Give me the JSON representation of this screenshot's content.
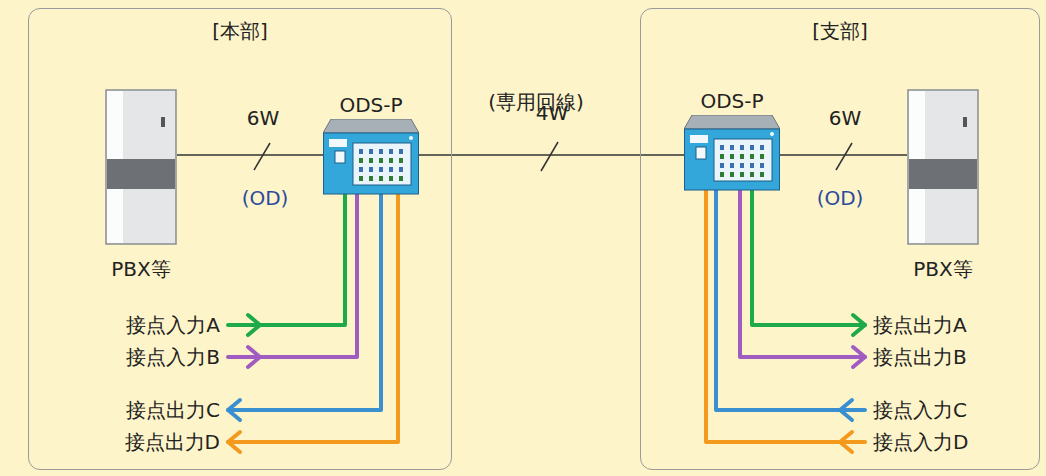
{
  "diagram": {
    "nodes": [
      {
        "text": [
          "[本部]"
        ]
      },
      {
        "text": [
          "PBX等"
        ],
        "in": 0
      },
      {
        "text": [
          "ODS-P"
        ],
        "in": 0
      },
      {
        "text": [
          "[支部]"
        ]
      },
      {
        "text": [
          "ODS-P"
        ],
        "in": 3
      },
      {
        "text": [
          "PBX等"
        ],
        "in": 3
      }
    ],
    "edges": [
      {
        "from": 1,
        "to": 2,
        "arrow": "none",
        "label": "6W"
      },
      {
        "from": 2,
        "to": 4,
        "arrow": "none",
        "label": "4W"
      },
      {
        "from": 4,
        "to": 5,
        "arrow": "none",
        "label": "6W"
      }
    ],
    "labels": [
      "(専用回線)",
      "(OD)",
      "(OD)",
      "接点入力A",
      "接点入力B",
      "接点出力C",
      "接点出力D",
      "接点出力A",
      "接点出力B",
      "接点入力C",
      "接点入力D"
    ]
  }
}
